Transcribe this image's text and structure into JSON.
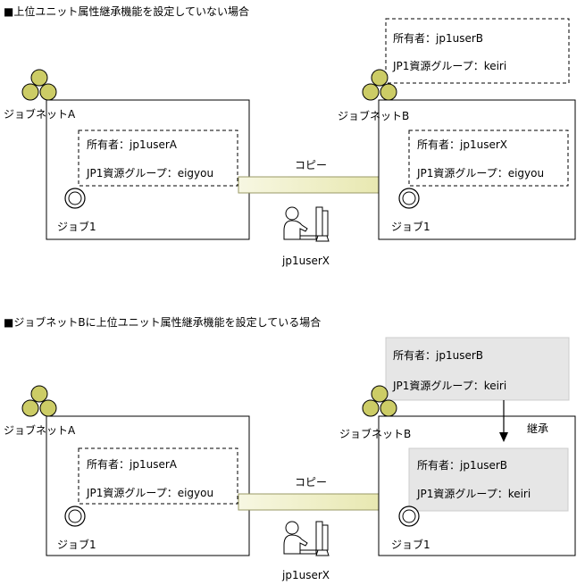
{
  "section1": {
    "heading": "■上位ユニット属性継承機能を設定していない場合",
    "jobnet_a": {
      "label": "ジョブネットA",
      "job_label": "ジョブ1",
      "owner": "所有者：jp1userA",
      "resource_group": "JP1資源グループ：eigyou"
    },
    "jobnet_b": {
      "label": "ジョブネットB",
      "job_label": "ジョブ1",
      "owner": "所有者：jp1userX",
      "resource_group": "JP1資源グループ：eigyou",
      "upper_owner": "所有者：jp1userB",
      "upper_resource_group": "JP1資源グループ：keiri"
    },
    "copy_label": "コピー",
    "user_label": "jp1userX"
  },
  "section2": {
    "heading": "■ジョブネットBに上位ユニット属性継承機能を設定している場合",
    "jobnet_a": {
      "label": "ジョブネットA",
      "job_label": "ジョブ1",
      "owner": "所有者：jp1userA",
      "resource_group": "JP1資源グループ：eigyou"
    },
    "jobnet_b": {
      "label": "ジョブネットB",
      "job_label": "ジョブ1",
      "owner": "所有者：jp1userB",
      "resource_group": "JP1資源グループ：keiri",
      "upper_owner": "所有者：jp1userB",
      "upper_resource_group": "JP1資源グループ：keiri"
    },
    "copy_label": "コピー",
    "inherit_label": "継承",
    "user_label": "jp1userX"
  },
  "colors": {
    "jobnet_icon": "#cccc66",
    "arrow_fill": "#eeeec4",
    "inherited_box": "#e6e6e6"
  }
}
